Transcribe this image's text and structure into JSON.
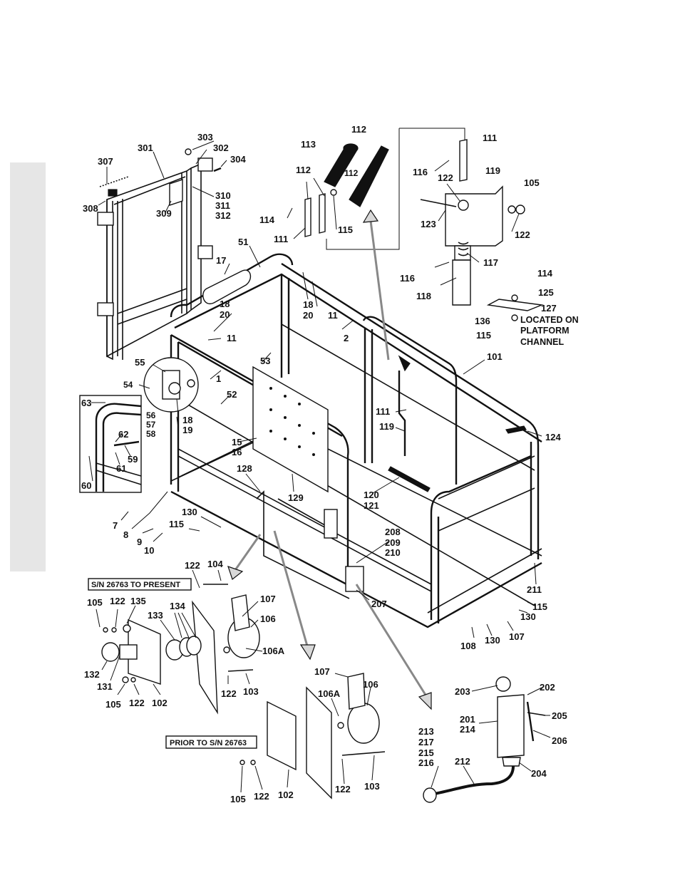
{
  "diagram": {
    "callouts": {
      "c303": "303",
      "c301": "301",
      "c302": "302",
      "c304": "304",
      "c307": "307",
      "c308": "308",
      "c309": "309",
      "c310": "310",
      "c311": "311",
      "c312": "312",
      "c112a": "112",
      "c113": "113",
      "c112b": "112",
      "c112c": "112",
      "c114a": "114",
      "c115a": "115",
      "c111a": "111",
      "c111b": "111",
      "c116a": "116",
      "c122a": "122",
      "c119a": "119",
      "c105a": "105",
      "c123": "123",
      "c122b": "122",
      "c117": "117",
      "c116b": "116",
      "c118": "118",
      "c114b": "114",
      "c125": "125",
      "c127": "127",
      "c136": "136",
      "c115b": "115",
      "c51": "51",
      "c17": "17",
      "c18a": "18",
      "c20a": "20",
      "c11a": "11",
      "c18b": "18",
      "c20b": "20",
      "c11b": "11",
      "c2": "2",
      "c101": "101",
      "c55": "55",
      "c54": "54",
      "c1": "1",
      "c53": "53",
      "c52": "52",
      "c56": "56",
      "c57": "57",
      "c58": "58",
      "c18c": "18",
      "c19": "19",
      "c63": "63",
      "c62": "62",
      "c59": "59",
      "c61": "61",
      "c60": "60",
      "c15": "15",
      "c16": "16",
      "c111c": "111",
      "c119b": "119",
      "c124": "124",
      "c128": "128",
      "c129": "129",
      "c120": "120",
      "c121": "121",
      "c7": "7",
      "c8": "8",
      "c9": "9",
      "c10": "10",
      "c130a": "130",
      "c115c": "115",
      "c208": "208",
      "c209": "209",
      "c210": "210",
      "c211": "211",
      "c207": "207",
      "c122c": "122",
      "c104": "104",
      "c107a": "107",
      "c106a": "106",
      "c106Aa": "106A",
      "c105b": "105",
      "c122d": "122",
      "c135": "135",
      "c133": "133",
      "c134": "134",
      "c132": "132",
      "c131": "131",
      "c105c": "105",
      "c122e": "122",
      "c102a": "102",
      "c122f": "122",
      "c103a": "103",
      "c130b": "130",
      "c115d": "115",
      "c108": "108",
      "c130c": "130",
      "c107b": "107",
      "c107c": "107",
      "c106Ab": "106A",
      "c106b": "106",
      "c203": "203",
      "c202": "202",
      "c201": "201",
      "c214": "214",
      "c205": "205",
      "c206": "206",
      "c204": "204",
      "c213": "213",
      "c217": "217",
      "c215": "215",
      "c216": "216",
      "c212": "212",
      "c105d": "105",
      "c122g": "122",
      "c102b": "102",
      "c122h": "122",
      "c103b": "103"
    },
    "notes": {
      "located_on_1": "LOCATED ON",
      "located_on_2": "PLATFORM",
      "located_on_3": "CHANNEL",
      "sn_present": "S/N 26763 TO PRESENT",
      "sn_prior": "PRIOR TO S/N 26763"
    }
  }
}
